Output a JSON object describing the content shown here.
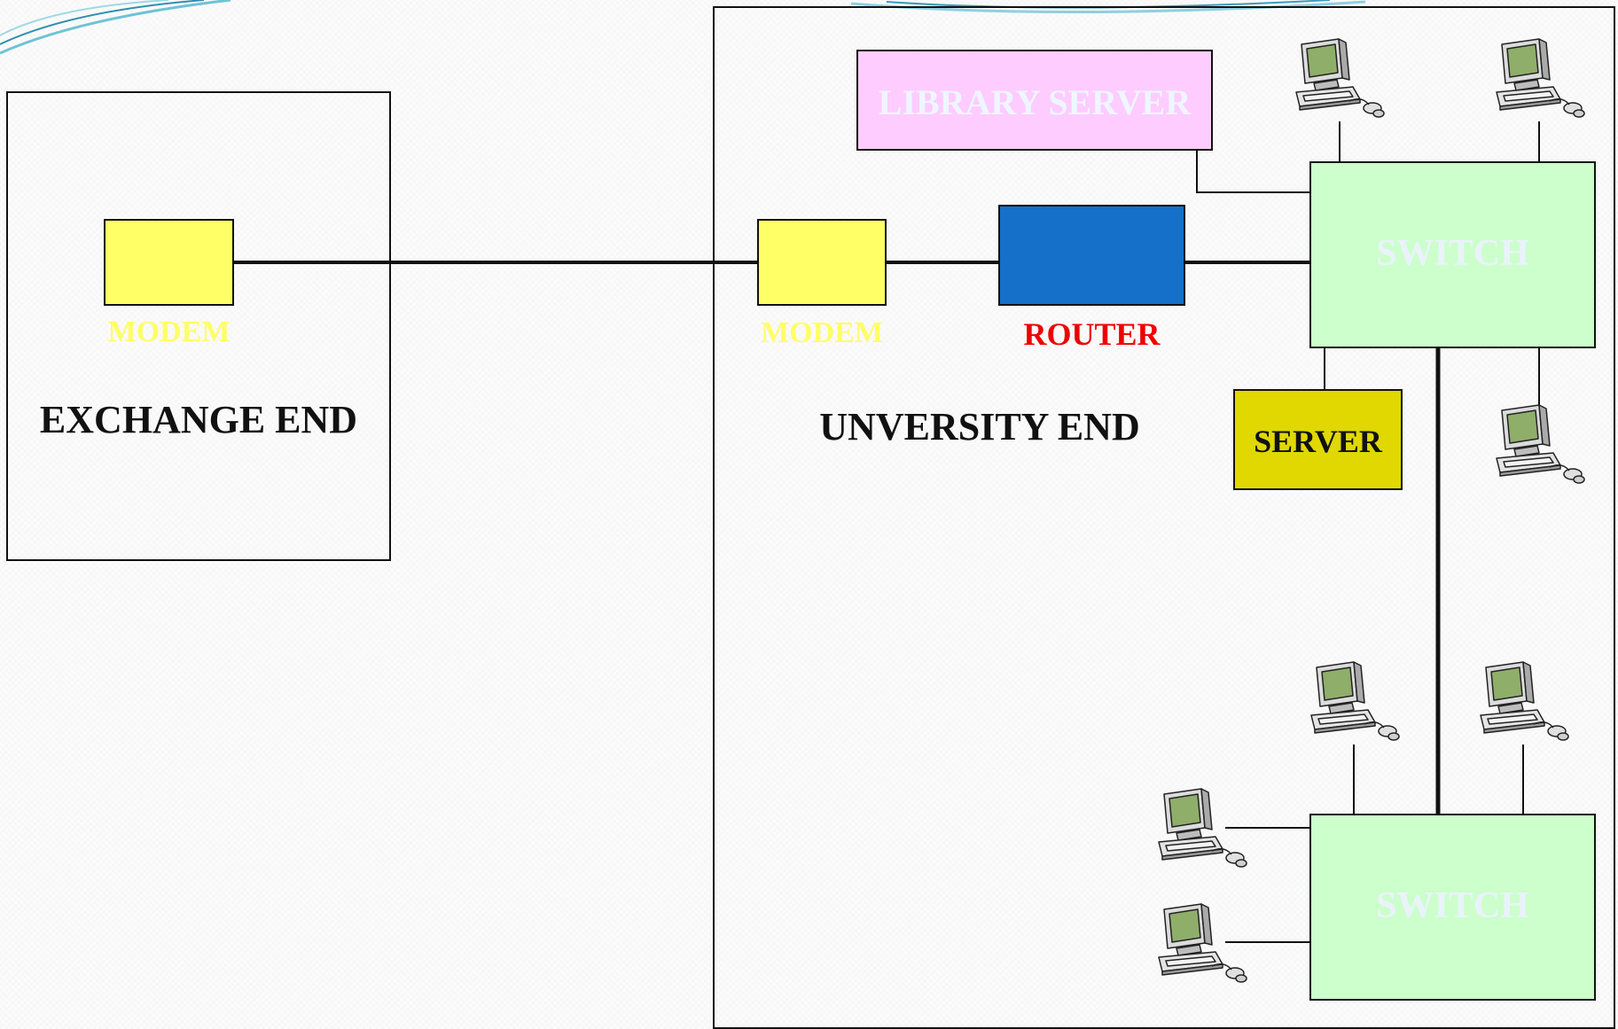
{
  "exchange": {
    "title": "EXCHANGE END",
    "modem_label": "MODEM"
  },
  "university": {
    "title": "UNVERSITY END",
    "modem_label": "MODEM",
    "router_label": "ROUTER",
    "library_server_label": "LIBRARY SERVER",
    "server_label": "SERVER",
    "switch_top_label": "SWITCH",
    "switch_bottom_label": "SWITCH"
  },
  "colors": {
    "modem_fill": "#ffff66",
    "modem_text": "#ffff66",
    "router_fill": "#1470c8",
    "router_text": "#ee0000",
    "library_server_fill": "#ffccff",
    "server_fill": "#e0d800",
    "switch_fill": "#ccffcc",
    "light_text": "#eaf3fb",
    "line": "#111111"
  },
  "icons": {
    "computer": "desktop-computer-icon"
  }
}
